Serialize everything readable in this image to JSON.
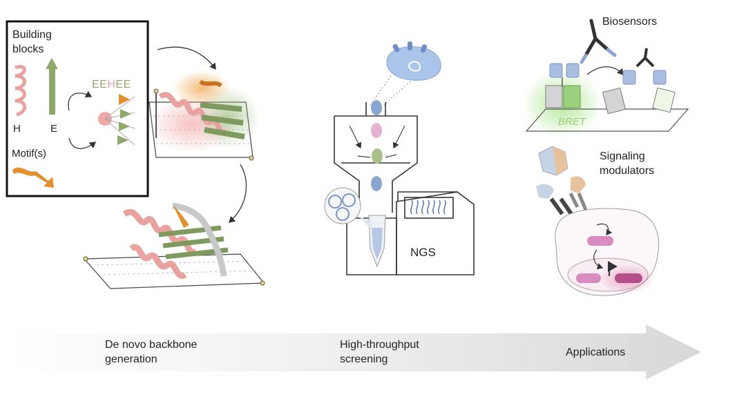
{
  "building_blocks": {
    "title_line1": "Building",
    "title_line2": "blocks",
    "helix_label": "H",
    "strand_label": "E",
    "motif_label": "Motif(s)",
    "sequence": [
      "E",
      "E",
      "H",
      "E",
      "E"
    ]
  },
  "screening": {
    "instrument_label": "NGS"
  },
  "applications": {
    "biosensors_label": "Biosensors",
    "bret_label": "BRET",
    "signaling_line1": "Signaling",
    "signaling_line2": "modulators"
  },
  "pipeline": {
    "stages": [
      {
        "line1": "De novo backbone",
        "line2": "generation"
      },
      {
        "line1": "High-throughput",
        "line2": "screening"
      },
      {
        "line1": "Applications",
        "line2": ""
      }
    ]
  },
  "colors": {
    "helix": "#e8a3a0",
    "strand": "#8fa86b",
    "motif": "#e0902e",
    "cell": "#aac4ea",
    "bret_glow": "#9be07a",
    "nucleus_glow": "#e07aa8",
    "arrow_band": "#e2e2e2"
  }
}
